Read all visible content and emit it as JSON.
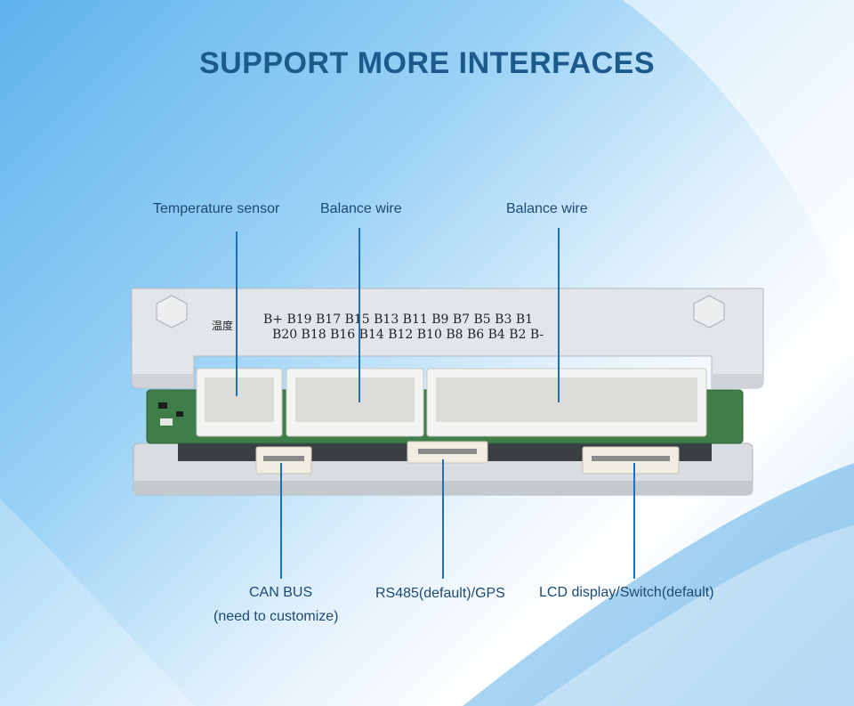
{
  "title": "SUPPORT MORE INTERFACES",
  "labels": {
    "temperature_sensor": "Temperature sensor",
    "balance_wire_1": "Balance wire",
    "balance_wire_2": "Balance wire",
    "can_bus": "CAN BUS",
    "can_bus_note": "(need to customize)",
    "rs485": "RS485(default)/GPS",
    "lcd": "LCD display/Switch(default)"
  },
  "board_print": {
    "temp_mark": "温度",
    "row1": "B+  B19  B17  B15  B13  B11  B9  B7  B5  B3  B1",
    "row2": "B20  B18  B16  B14  B12  B10  B8  B6  B4  B2  B-"
  },
  "colors": {
    "title": "#1d5a8c",
    "label": "#1d4a72",
    "leader": "#1f6fc0"
  }
}
